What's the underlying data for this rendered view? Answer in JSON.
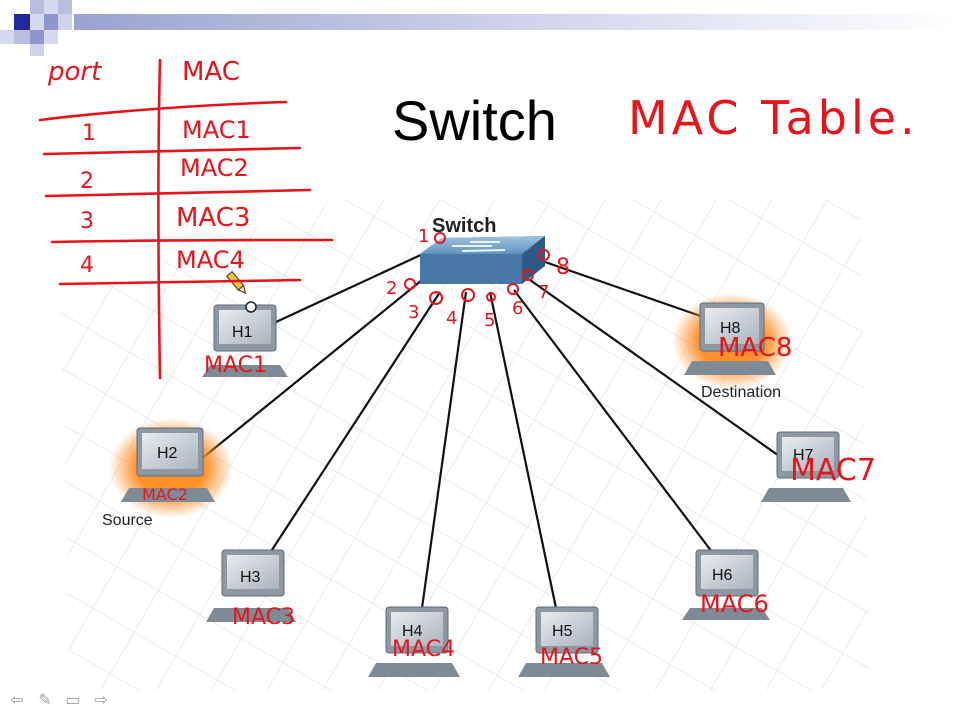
{
  "slide": {
    "title": "Switch"
  },
  "annotations": {
    "heading": "MAC Table.",
    "table": {
      "headers": [
        "port",
        "MAC"
      ],
      "rows": [
        [
          "1",
          "MAC1"
        ],
        [
          "2",
          "MAC2"
        ],
        [
          "3",
          "MAC3"
        ],
        [
          "4",
          "MAC4"
        ]
      ]
    },
    "port_numbers": [
      "1",
      "2",
      "3",
      "4",
      "5",
      "6",
      "7",
      "8"
    ],
    "host_macs": [
      "MAC1",
      "MAC2",
      "MAC3",
      "MAC4",
      "MAC5",
      "MAC6",
      "MAC7",
      "MAC8"
    ]
  },
  "network": {
    "switch_label": "Switch",
    "hosts": [
      {
        "label": "H1",
        "role": ""
      },
      {
        "label": "H2",
        "role": "Source"
      },
      {
        "label": "H3",
        "role": ""
      },
      {
        "label": "H4",
        "role": ""
      },
      {
        "label": "H5",
        "role": ""
      },
      {
        "label": "H6",
        "role": ""
      },
      {
        "label": "H7",
        "role": ""
      },
      {
        "label": "H8",
        "role": "Destination"
      }
    ]
  },
  "colors": {
    "ink": "#e8141b",
    "highlight": "#ff8a1f",
    "deco_blue": "#1f2b9a"
  },
  "nav": [
    {
      "name": "prev-icon",
      "glyph": "⇦"
    },
    {
      "name": "pen-icon",
      "glyph": "✎"
    },
    {
      "name": "menu-icon",
      "glyph": "▭"
    },
    {
      "name": "next-icon",
      "glyph": "⇨"
    }
  ]
}
